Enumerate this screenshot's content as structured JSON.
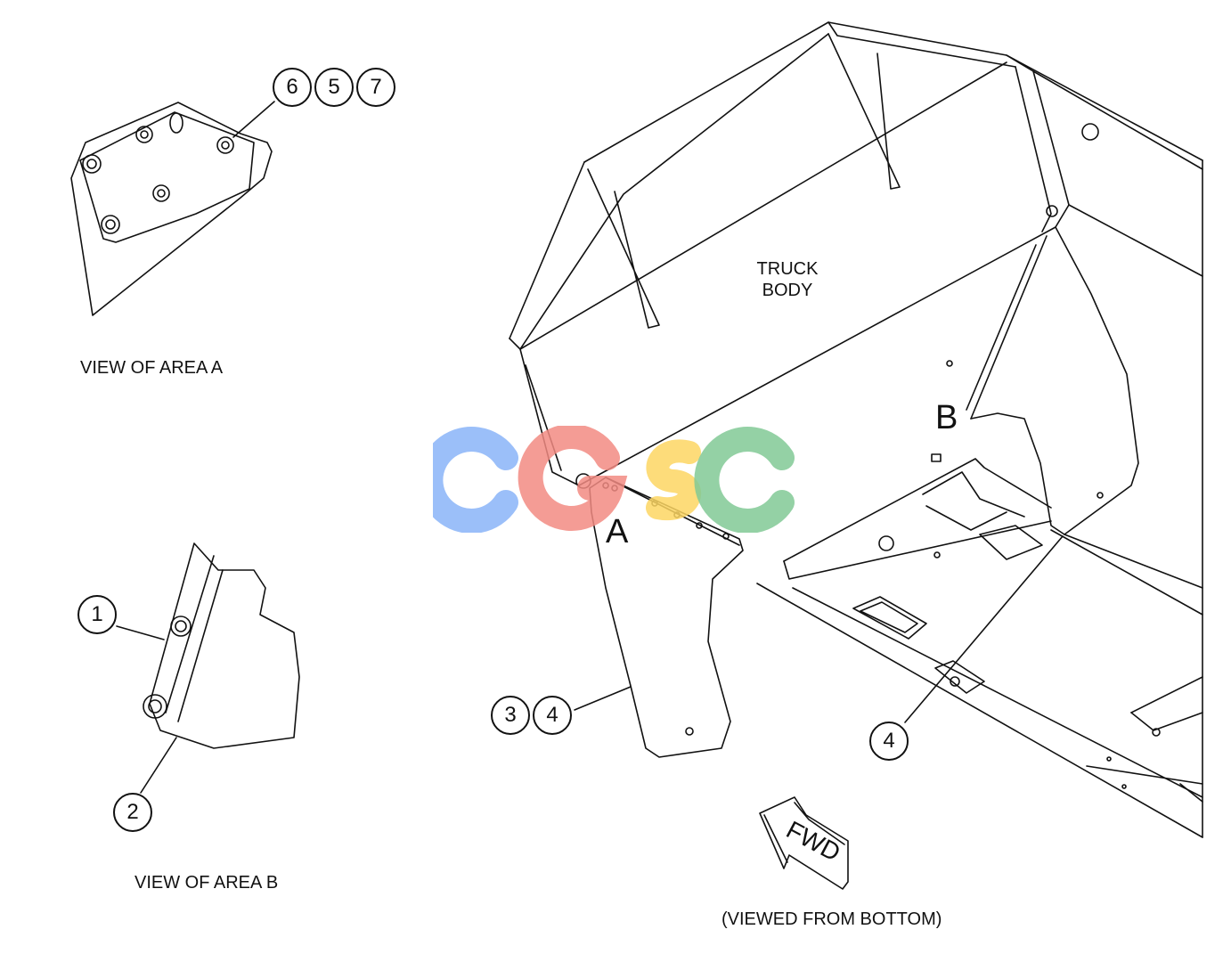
{
  "views": {
    "area_a_caption": "VIEW OF AREA A",
    "area_b_caption": "VIEW OF AREA B",
    "viewed_from": "(VIEWED FROM BOTTOM)"
  },
  "main": {
    "truck_body_line1": "TRUCK",
    "truck_body_line2": "BODY",
    "area_a_marker": "A",
    "area_b_marker": "B",
    "fwd_arrow_text": "FWD"
  },
  "callouts": {
    "a_6": "6",
    "a_5": "5",
    "a_7": "7",
    "b_1": "1",
    "b_2": "2",
    "m_3": "3",
    "m_4a": "4",
    "m_4b": "4"
  },
  "watermark": {
    "text": "CGSC",
    "colors": [
      "#8ab4f8",
      "#f28b82",
      "#fdd663",
      "#81c995"
    ]
  }
}
